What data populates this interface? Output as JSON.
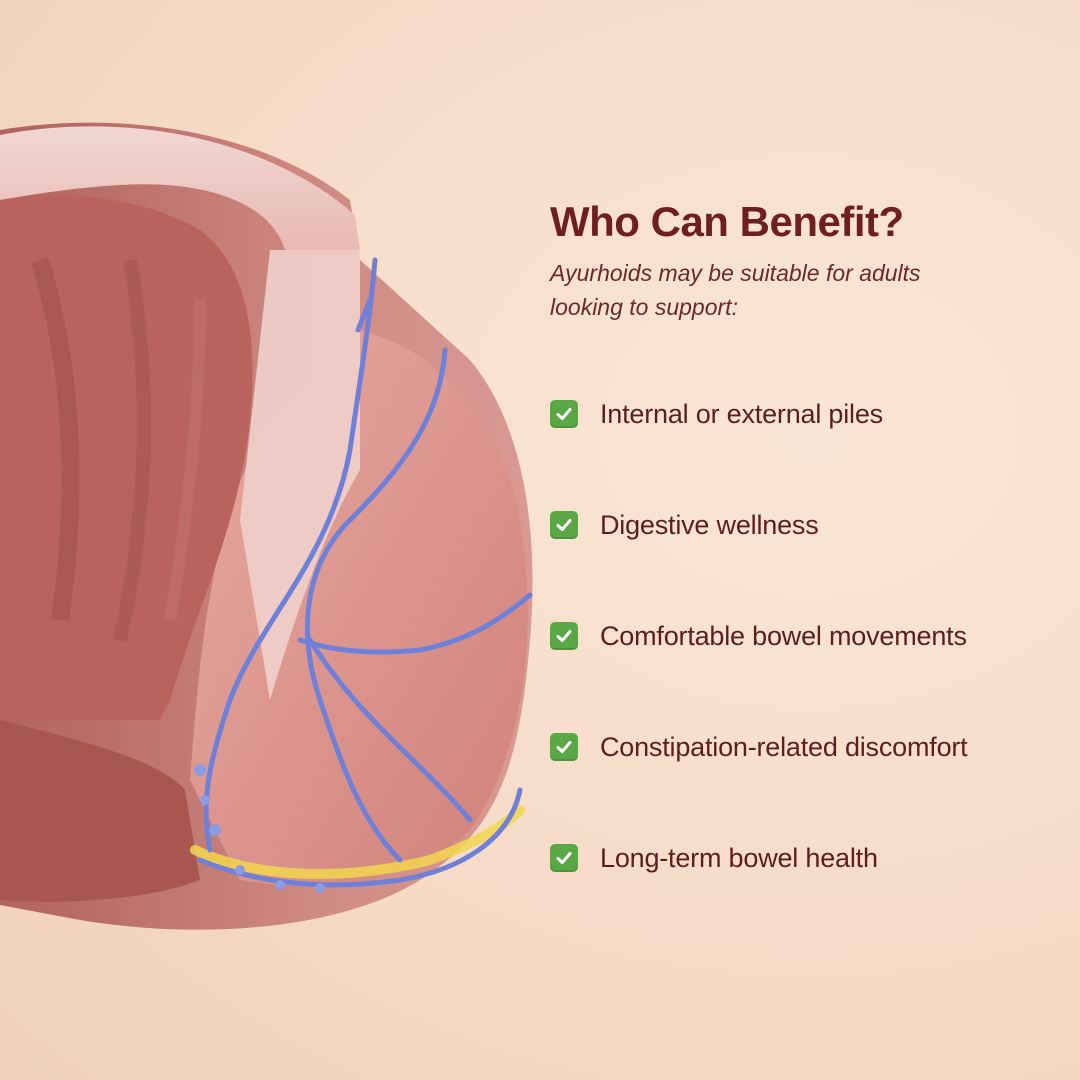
{
  "heading": {
    "title": "Who Can Benefit?",
    "subtitle": "Ayurhoids may be suitable for adults looking to support:"
  },
  "benefits": [
    {
      "label": "Internal or external piles",
      "icon": "check-mark-icon"
    },
    {
      "label": "Digestive wellness",
      "icon": "check-mark-icon"
    },
    {
      "label": "Comfortable bowel movements",
      "icon": "check-mark-icon"
    },
    {
      "label": "Constipation-related discomfort",
      "icon": "check-mark-icon"
    },
    {
      "label": "Long-term bowel health",
      "icon": "check-mark-icon"
    }
  ],
  "colors": {
    "background": "#f6dcc8",
    "heading": "#6e1f1f",
    "text": "#5c1e1e",
    "check": "#5aa845",
    "tissue": "#c77a74",
    "vein": "#6e80d8"
  }
}
